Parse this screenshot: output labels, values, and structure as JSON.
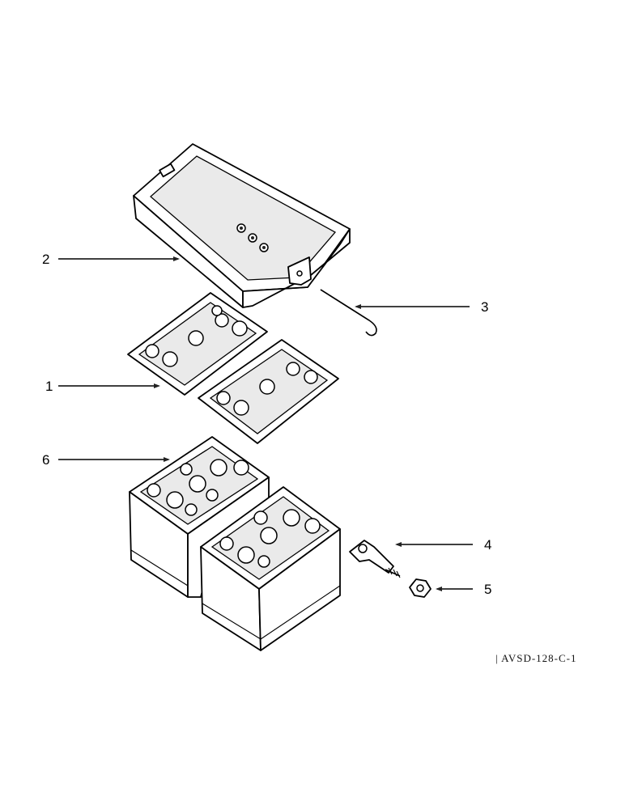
{
  "diagram": {
    "callouts": [
      {
        "id": "1",
        "label": "1"
      },
      {
        "id": "2",
        "label": "2"
      },
      {
        "id": "3",
        "label": "3"
      },
      {
        "id": "4",
        "label": "4"
      },
      {
        "id": "5",
        "label": "5"
      },
      {
        "id": "6",
        "label": "6"
      }
    ],
    "reference": "| AVSD-128-C-1"
  }
}
